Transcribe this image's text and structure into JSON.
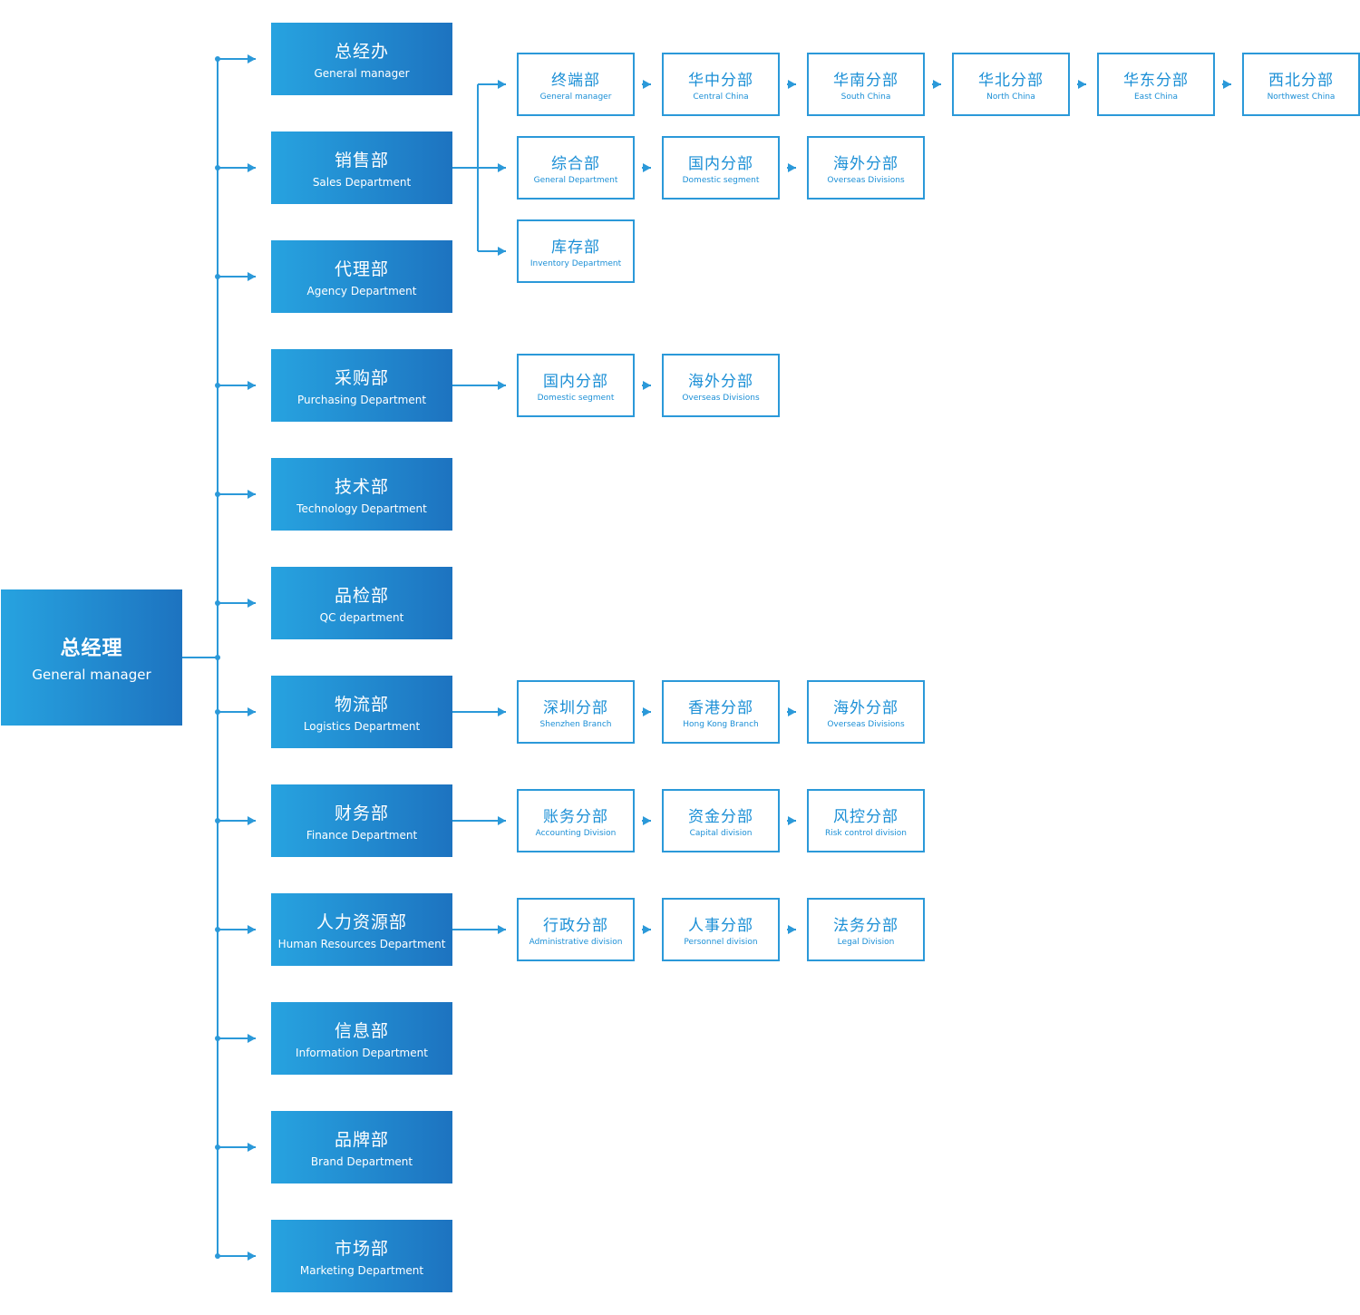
{
  "colors": {
    "line": "#2b99d9",
    "filled_start": "#27a3e0",
    "filled_end": "#1d73c0",
    "outline_text": "#1b8fd6"
  },
  "root": {
    "zh": "总经理",
    "en": "General manager"
  },
  "departments": [
    {
      "zh": "总经办",
      "en": "General manager",
      "rows": []
    },
    {
      "zh": "销售部",
      "en": "Sales Department",
      "rows": [
        [
          {
            "zh": "终端部",
            "en": "General manager"
          },
          {
            "zh": "华中分部",
            "en": "Central China"
          },
          {
            "zh": "华南分部",
            "en": "South China"
          },
          {
            "zh": "华北分部",
            "en": "North China"
          },
          {
            "zh": "华东分部",
            "en": "East China"
          },
          {
            "zh": "西北分部",
            "en": "Northwest China"
          }
        ],
        [
          {
            "zh": "综合部",
            "en": "General Department"
          },
          {
            "zh": "国内分部",
            "en": "Domestic segment"
          },
          {
            "zh": "海外分部",
            "en": "Overseas Divisions"
          }
        ],
        [
          {
            "zh": "库存部",
            "en": "Inventory Department"
          }
        ]
      ]
    },
    {
      "zh": "代理部",
      "en": "Agency Department",
      "rows": []
    },
    {
      "zh": "采购部",
      "en": "Purchasing Department",
      "rows": [
        [
          {
            "zh": "国内分部",
            "en": "Domestic segment"
          },
          {
            "zh": "海外分部",
            "en": "Overseas Divisions"
          }
        ]
      ]
    },
    {
      "zh": "技术部",
      "en": "Technology Department",
      "rows": []
    },
    {
      "zh": "品检部",
      "en": "QC department",
      "rows": []
    },
    {
      "zh": "物流部",
      "en": "Logistics Department",
      "rows": [
        [
          {
            "zh": "深圳分部",
            "en": "Shenzhen Branch"
          },
          {
            "zh": "香港分部",
            "en": "Hong Kong Branch"
          },
          {
            "zh": "海外分部",
            "en": "Overseas Divisions"
          }
        ]
      ]
    },
    {
      "zh": "财务部",
      "en": "Finance Department",
      "rows": [
        [
          {
            "zh": "账务分部",
            "en": "Accounting Division"
          },
          {
            "zh": "资金分部",
            "en": "Capital division"
          },
          {
            "zh": "风控分部",
            "en": "Risk control division"
          }
        ]
      ]
    },
    {
      "zh": "人力资源部",
      "en": "Human Resources Department",
      "rows": [
        [
          {
            "zh": "行政分部",
            "en": "Administrative division"
          },
          {
            "zh": "人事分部",
            "en": "Personnel division"
          },
          {
            "zh": "法务分部",
            "en": "Legal Division"
          }
        ]
      ]
    },
    {
      "zh": "信息部",
      "en": "Information Department",
      "rows": []
    },
    {
      "zh": "品牌部",
      "en": "Brand Department",
      "rows": []
    },
    {
      "zh": "市场部",
      "en": "Marketing Department",
      "rows": []
    }
  ]
}
